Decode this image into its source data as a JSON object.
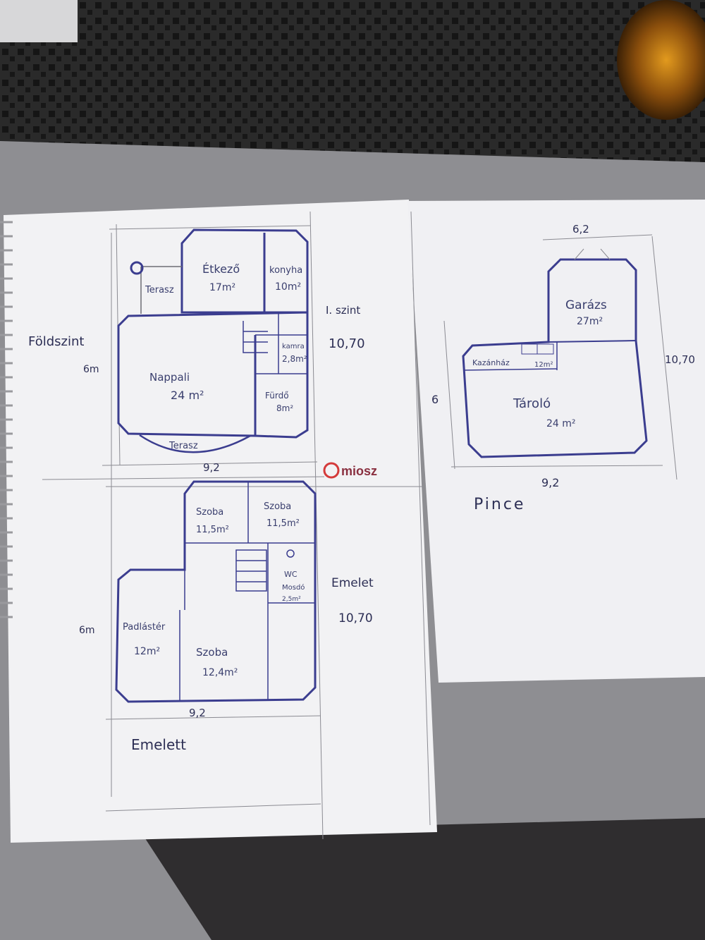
{
  "ground_floor": {
    "title": "Földszint",
    "level_label": "I. szint",
    "width": "9,2",
    "depth": "10,70",
    "side_dim": "6m",
    "rooms": {
      "etkezo_name": "Étkező",
      "etkezo_area": "17m²",
      "konyha_name": "konyha",
      "konyha_area": "10m²",
      "terasz_top": "Terasz",
      "nappali_name": "Nappali",
      "nappali_area": "24 m²",
      "kamra_name": "kamra",
      "kamra_area": "2,8m²",
      "furdo_name": "Fürdő",
      "furdo_area": "8m²",
      "terasz_bottom": "Terasz"
    }
  },
  "upper_floor": {
    "title": "Emelett",
    "side_title": "Emelet",
    "width": "9,2",
    "depth": "10,70",
    "side_dim": "6m",
    "rooms": {
      "szoba1_name": "Szoba",
      "szoba1_area": "11,5m²",
      "szoba2_name": "Szoba",
      "szoba2_area": "11,5m²",
      "wc_name": "WC",
      "mosdo_name": "Mosdó",
      "wc_area": "2,5m²",
      "padlas_name": "Padlástér",
      "padlas_area": "12m²",
      "szoba3_name": "Szoba",
      "szoba3_area": "12,4m²"
    }
  },
  "basement": {
    "title": "Pince",
    "top_width": "6,2",
    "width": "9,2",
    "depth": "10,70",
    "side_dim": "6",
    "rooms": {
      "garazs_name": "Garázs",
      "garazs_area": "27m²",
      "kazan_name": "Kazánház",
      "kazan_area": "12m²",
      "tarolo_name": "Tároló",
      "tarolo_area": "24 m²"
    }
  },
  "watermark": "miosz",
  "colors": {
    "background": "#2b2b2b",
    "paper": "#f3f3f6",
    "ink": "#3b3d8f",
    "pencil": "#6d6d74"
  }
}
